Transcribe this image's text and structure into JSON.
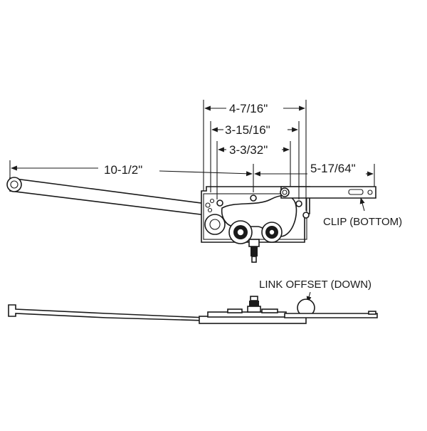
{
  "dimensions": {
    "overall_arm": "10-1/2\"",
    "top_span": "4-7/16\"",
    "middle_span": "3-15/16\"",
    "inner_span": "3-3/32\"",
    "link_span": "5-17/64\""
  },
  "callouts": {
    "clip": "CLIP (BOTTOM)",
    "link_offset": "LINK OFFSET (DOWN)"
  },
  "colors": {
    "ink": "#1a1a1a",
    "background": "#ffffff"
  }
}
